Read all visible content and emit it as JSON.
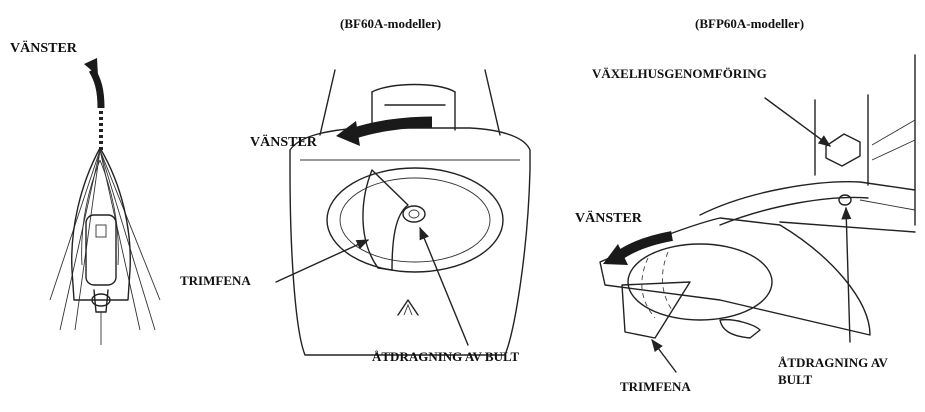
{
  "panels": {
    "bf60a": {
      "caption": "(BF60A-modeller)"
    },
    "bfp60a": {
      "caption": "(BFP60A-modeller)"
    }
  },
  "labels": {
    "left_boat": "VÄNSTER",
    "left_bf60a": "VÄNSTER",
    "left_bfp60a": "VÄNSTER",
    "trimfena_bf60a": "TRIMFENA",
    "trimfena_bfp60a": "TRIMFENA",
    "bolt_bf60a": "ÅTDRAGNING AV BULT",
    "bolt_bfp60a_line1": "ÅTDRAGNING AV",
    "bolt_bfp60a_line2": "BULT",
    "gearcase_grommet": "VÄXELHUSGENOMFÖRING"
  },
  "colors": {
    "ink": "#111111",
    "arrow": "#1a1a1a",
    "paper": "#ffffff"
  }
}
